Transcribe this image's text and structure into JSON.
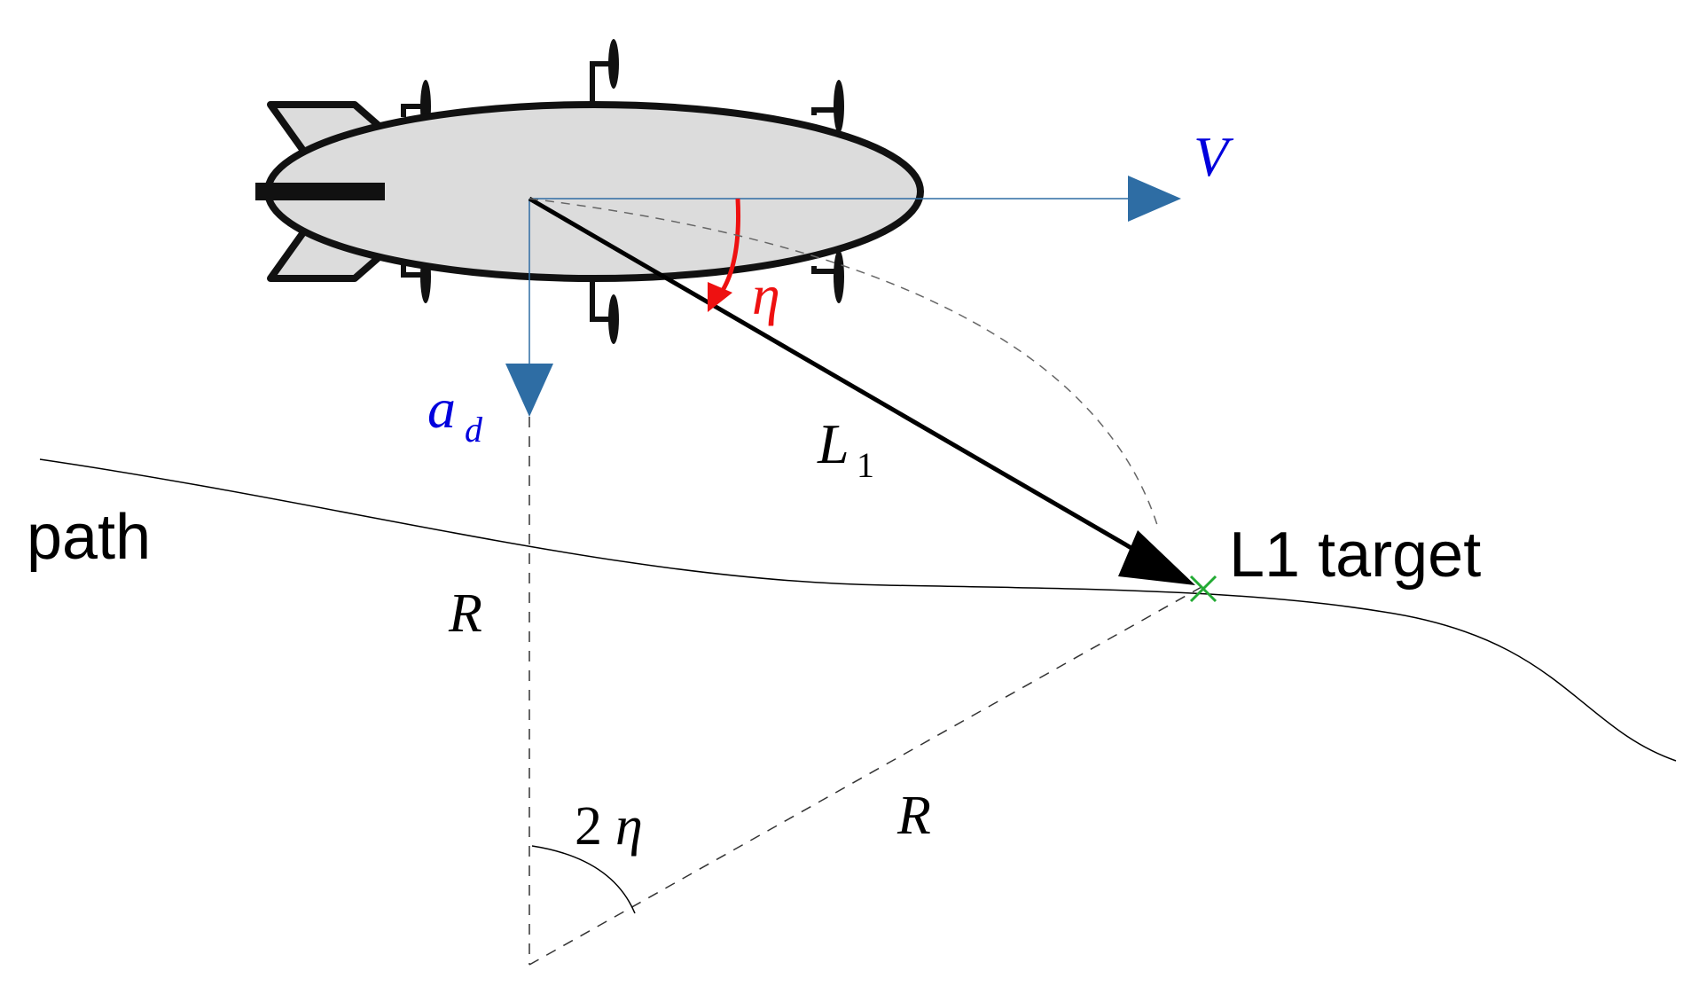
{
  "labels": {
    "velocity": "V",
    "accel_symbol": "a",
    "accel_subscript": "d",
    "eta": "η",
    "l1_symbol": "L",
    "l1_subscript": "1",
    "path": "path",
    "l1_target": "L1 target",
    "radius_vertical": "R",
    "radius_diagonal": "R",
    "two_eta_coeff": "2",
    "two_eta_symbol": "η"
  },
  "colors": {
    "vector_blue": "#2e6da4",
    "label_blue": "#0000dd",
    "eta_red": "#ee1111",
    "hull_fill": "#dcdcdc",
    "target_green": "#22aa33",
    "ink": "#000000"
  }
}
